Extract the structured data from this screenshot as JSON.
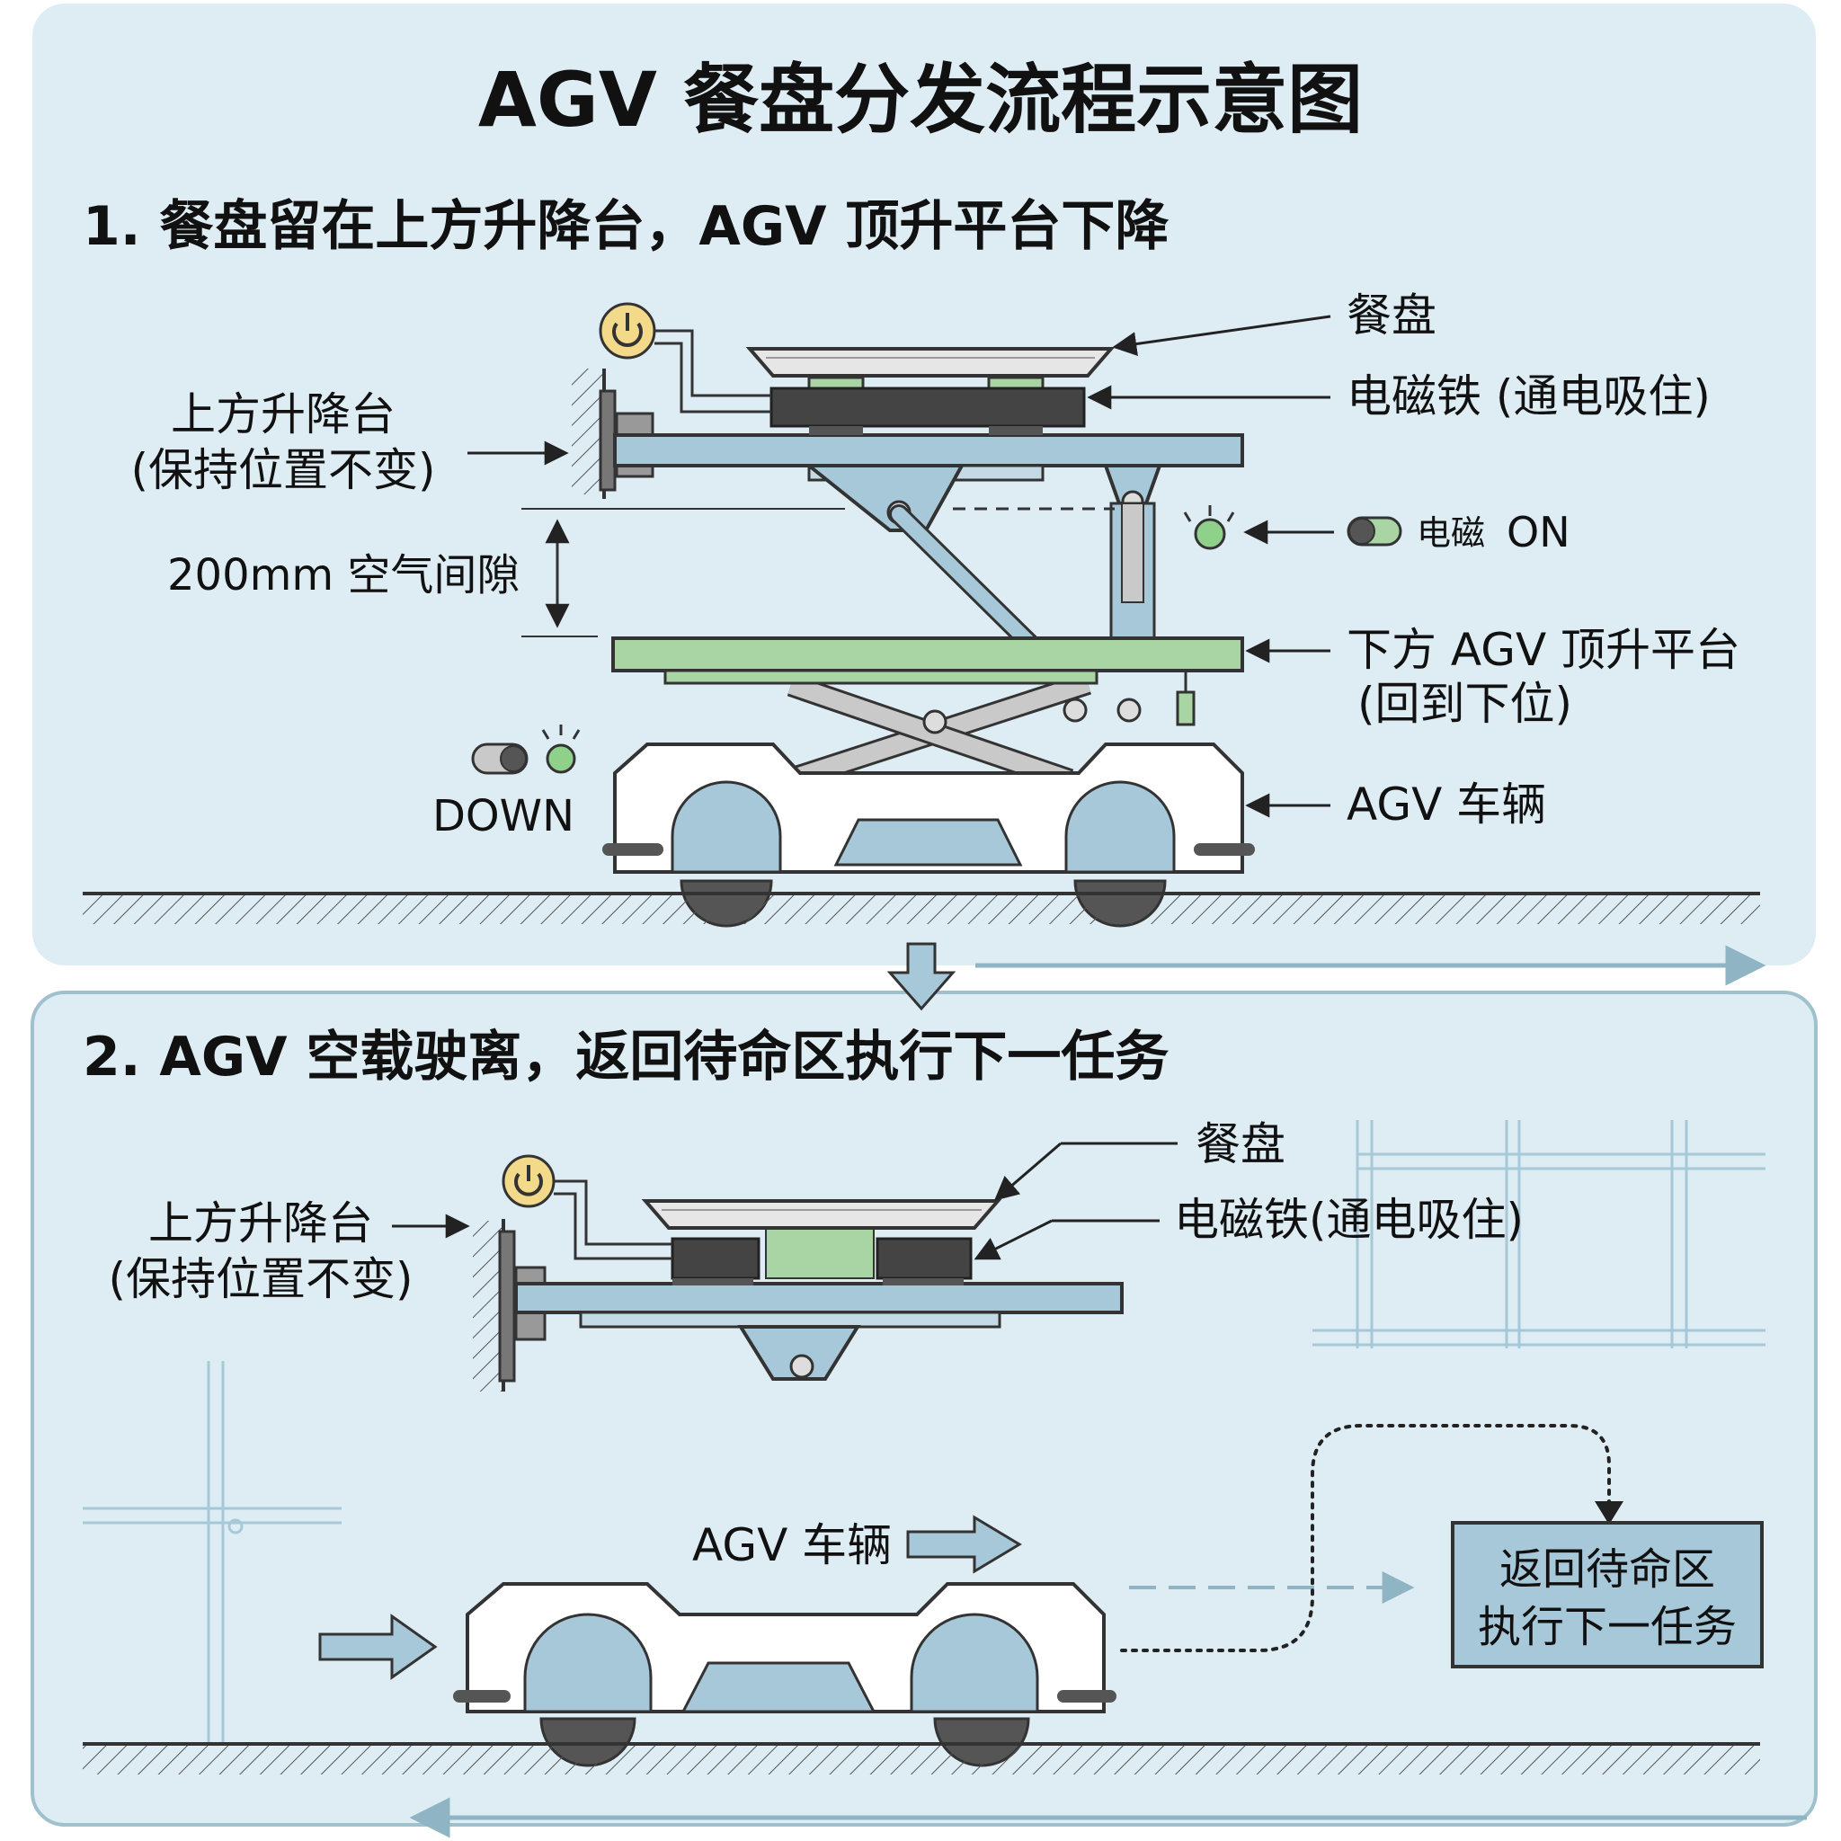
{
  "title": "AGV 餐盘分发流程示意图",
  "colors": {
    "panel_bg": "#deedf4",
    "accent_blue": "#a7c8d8",
    "platform_green": "#a9d4a3",
    "indicator_green": "#8fd18a",
    "power_yellow": "#f3d98a",
    "dark": "#3b3b3b"
  },
  "step1": {
    "heading": "1. 餐盘留在上方升降台，AGV 顶升平台下降",
    "labels": {
      "tray": "餐盘",
      "magnet": "电磁铁 (通电吸住)",
      "upper_platform_line1": "上方升降台",
      "upper_platform_line2": "(保持位置不变)",
      "gap": "200mm 空气间隙",
      "magnet_status_word": "电磁",
      "magnet_status_state": "ON",
      "lower_platform_line1": "下方 AGV 顶升平台",
      "lower_platform_line2": "(回到下位)",
      "lift_state": "DOWN",
      "vehicle": "AGV 车辆"
    }
  },
  "step2": {
    "heading": "2. AGV 空载驶离，返回待命区执行下一任务",
    "labels": {
      "tray": "餐盘",
      "magnet": "电磁铁(通电吸住)",
      "upper_platform_line1": "上方升降台",
      "upper_platform_line2": "(保持位置不变)",
      "vehicle": "AGV 车辆",
      "standby_line1": "返回待命区",
      "standby_line2": "执行下一任务"
    }
  },
  "icons": [
    "power-icon",
    "toggle-switch-icon",
    "status-led-icon",
    "down-arrow-icon",
    "right-arrow-icon",
    "dotted-path-arrow-icon"
  ]
}
